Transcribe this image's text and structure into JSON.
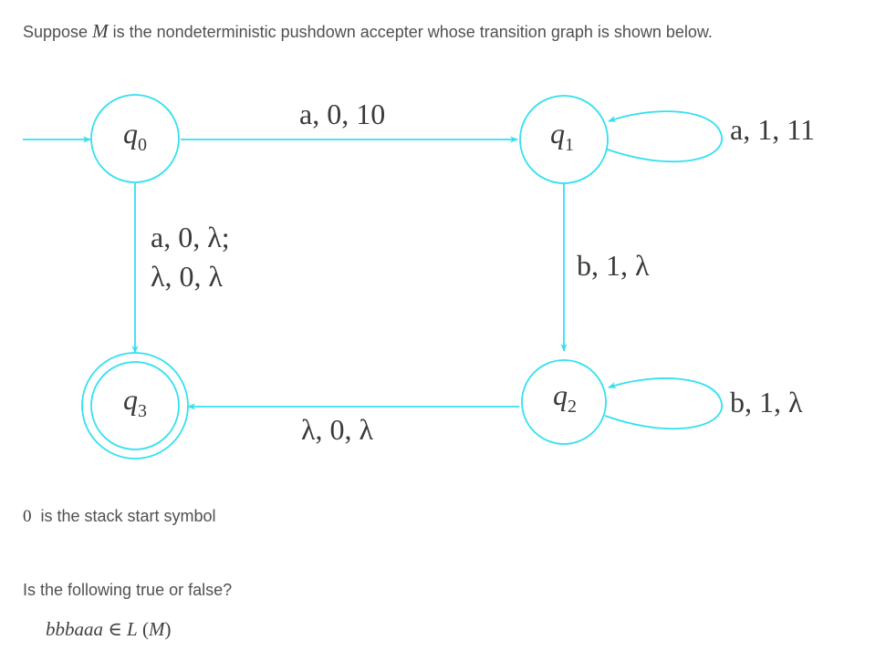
{
  "intro": {
    "before": "Suppose ",
    "var": "M",
    "after": " is the nondeterministic pushdown accepter whose transition graph is shown below."
  },
  "colors": {
    "edge": "#33e0f0",
    "text": "#505050"
  },
  "diagram": {
    "states": [
      {
        "id": "q0",
        "letter": "q",
        "sub": "0",
        "initial": true,
        "accepting": false
      },
      {
        "id": "q1",
        "letter": "q",
        "sub": "1",
        "initial": false,
        "accepting": false
      },
      {
        "id": "q2",
        "letter": "q",
        "sub": "2",
        "initial": false,
        "accepting": false
      },
      {
        "id": "q3",
        "letter": "q",
        "sub": "3",
        "initial": false,
        "accepting": true
      }
    ],
    "transitions": [
      {
        "from": "q0",
        "to": "q1",
        "label": [
          "a, 0, 10"
        ]
      },
      {
        "from": "q1",
        "to": "q1",
        "label": [
          "a, 1, 11"
        ]
      },
      {
        "from": "q1",
        "to": "q2",
        "label": [
          "b, 1, λ"
        ]
      },
      {
        "from": "q2",
        "to": "q2",
        "label": [
          "b, 1, λ"
        ]
      },
      {
        "from": "q2",
        "to": "q3",
        "label": [
          "λ, 0, λ"
        ]
      },
      {
        "from": "q0",
        "to": "q3",
        "label": [
          "a, 0, λ;",
          "λ, 0, λ"
        ]
      }
    ]
  },
  "stack_note": {
    "symbol": "0",
    "text": "is the stack start symbol"
  },
  "question": "Is the following true or false?",
  "membership": {
    "word": "bbbaaa",
    "rel": "∈",
    "lang": "L",
    "arg": "M"
  }
}
